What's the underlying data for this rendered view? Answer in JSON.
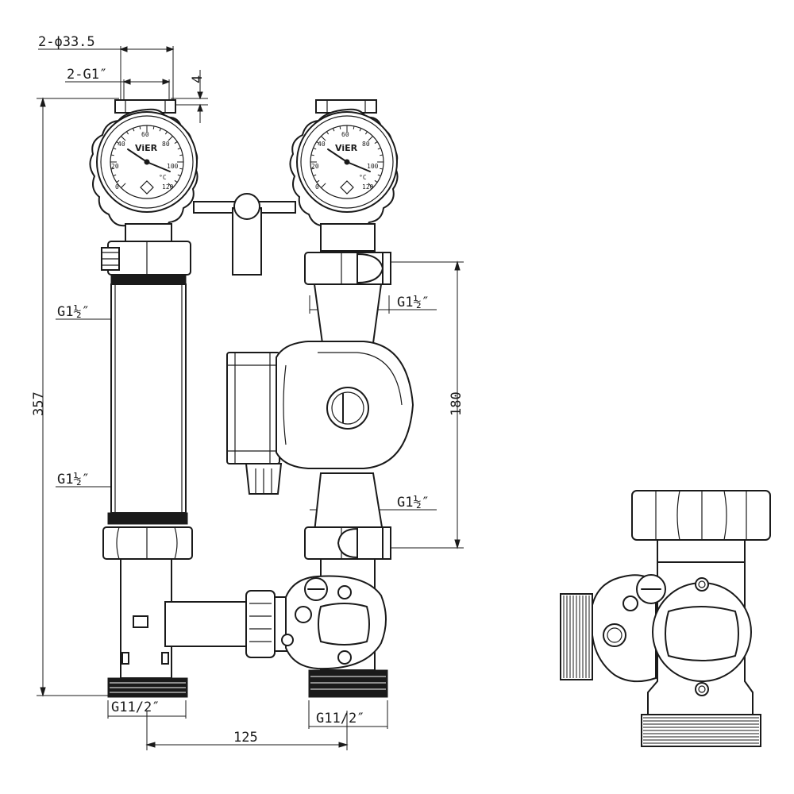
{
  "dimensions": {
    "inlet_diameter": "2-ϕ33.5",
    "thread_top": "2-G1″",
    "offset_small": "4",
    "overall_height": "357",
    "pump_length": "180",
    "axis_distance": "125"
  },
  "threads": {
    "left_upper": "G1½″",
    "left_lower": "G1½″",
    "right_upper": "G1½″",
    "right_lower": "G1½″",
    "bottom_left": "G11/2″",
    "bottom_right": "G11/2″"
  },
  "gauge_left": {
    "brand": "ViER",
    "scale": [
      "0",
      "20",
      "40",
      "60",
      "80",
      "100",
      "120"
    ],
    "unit": "°C"
  },
  "gauge_right": {
    "brand": "ViER",
    "scale": [
      "0",
      "20",
      "40",
      "60",
      "80",
      "100",
      "120"
    ],
    "unit": "°C"
  }
}
